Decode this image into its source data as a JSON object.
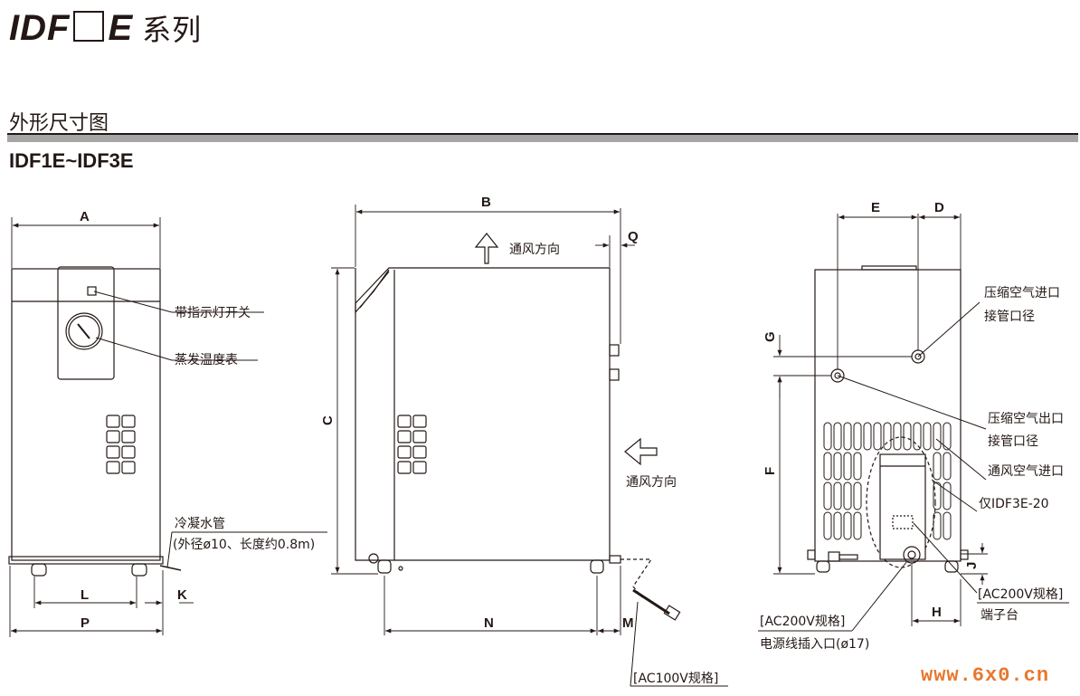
{
  "header": {
    "series_prefix": "IDF",
    "series_suffix": "E",
    "series_word": "系列",
    "section_title": "外形尺寸图",
    "model_range": "IDF1E~IDF3E"
  },
  "dimensions": {
    "A": "A",
    "B": "B",
    "C": "C",
    "D": "D",
    "E": "E",
    "F": "F",
    "G": "G",
    "H": "H",
    "J": "J",
    "K": "K",
    "L": "L",
    "M": "M",
    "N": "N",
    "P": "P",
    "Q": "Q"
  },
  "front_view": {
    "switch_label": "带指示灯开关",
    "gauge_label": "蒸发温度表",
    "drain_label": "冷凝水管",
    "drain_spec": "(外径ø10、长度约0.8m)"
  },
  "side_view": {
    "airflow_top": "通风方向",
    "airflow_side": "通风方向",
    "plug_label": "[AC100V规格]"
  },
  "back_view": {
    "inlet_label_1": "压缩空气进口",
    "inlet_label_2": "接管口径",
    "outlet_label_1": "压缩空气出口",
    "outlet_label_2": "接管口径",
    "vent_outlet_label": "通风空气进口",
    "idf3e_label": "仅IDF3E-20",
    "terminal_spec": "[AC200V规格]",
    "terminal_label": "端子台",
    "power_spec": "[AC200V规格]",
    "power_label": "电源线插入口(ø17)"
  },
  "watermark": "www.6x0.cn"
}
